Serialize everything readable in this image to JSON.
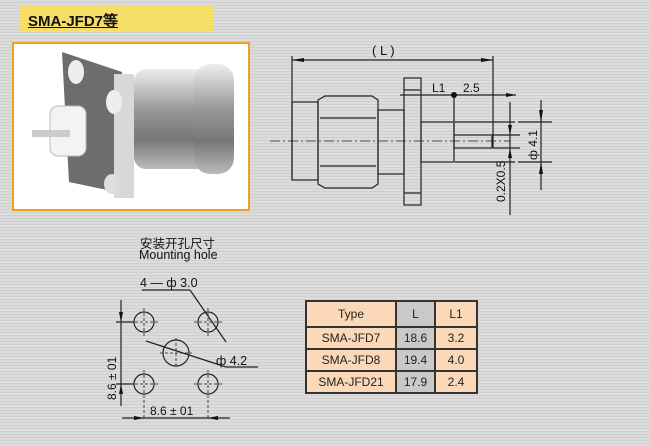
{
  "title": "SMA-JFD7等",
  "drawing": {
    "length_label": "( L )",
    "l1_label": "L1",
    "dim_2_5": "2.5",
    "dim_4_1": "ф 4.1",
    "dim_pin": "0.2X0.5"
  },
  "mounting": {
    "title_cn": "安装开孔尺寸",
    "title_en": "Mounting hole",
    "holes_label": "4 — ф 3.0",
    "center_label": "ф 4.2",
    "vertical_dim": "8.6 ± 01",
    "horizontal_dim": "8.6 ± 01"
  },
  "table": {
    "headers": [
      "Type",
      "L",
      "L1"
    ],
    "rows": [
      [
        "SMA-JFD7",
        "18.6",
        "3.2"
      ],
      [
        "SMA-JFD8",
        "19.4",
        "4.0"
      ],
      [
        "SMA-JFD21",
        "17.9",
        "2.4"
      ]
    ]
  }
}
